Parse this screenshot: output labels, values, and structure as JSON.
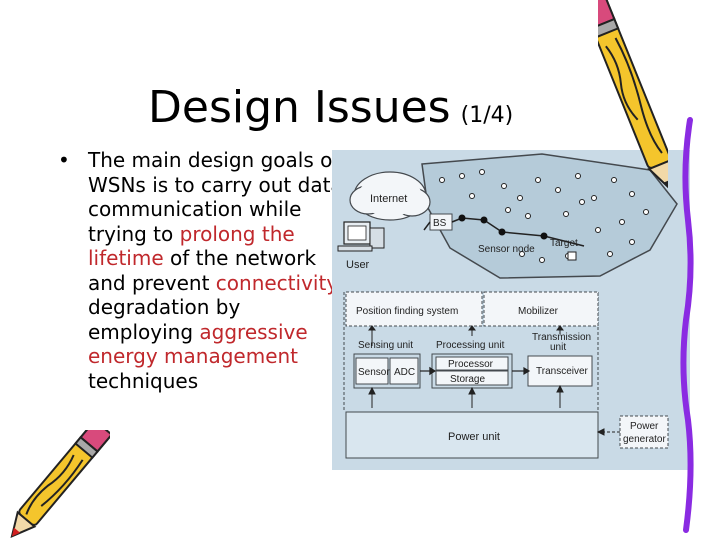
{
  "slide": {
    "title": "Design Issues",
    "title_suffix": "(1/4)",
    "bullet": {
      "parts": [
        {
          "text": "The main design goals of WSNs is to carry out data communication while trying to ",
          "highlight": false
        },
        {
          "text": "prolong the lifetime",
          "highlight": true
        },
        {
          "text": " of the network and prevent ",
          "highlight": false
        },
        {
          "text": "connectivity",
          "highlight": true
        },
        {
          "text": " degradation by employing ",
          "highlight": false
        },
        {
          "text": "aggressive energy management",
          "highlight": true
        },
        {
          "text": " techniques",
          "highlight": false
        }
      ]
    }
  },
  "diagram": {
    "labels": {
      "internet": "Internet",
      "bs": "BS",
      "user": "User",
      "sensor_node": "Sensor node",
      "target": "Target",
      "position_finding": "Position finding system",
      "mobilizer": "Mobilizer",
      "sensing_unit": "Sensing unit",
      "processing_unit": "Processing unit",
      "transmission_unit_1": "Transmission",
      "transmission_unit_2": "unit",
      "sensor": "Sensor",
      "adc": "ADC",
      "processor": "Processor",
      "storage": "Storage",
      "transceiver": "Transceiver",
      "power_unit": "Power unit",
      "power_generator_1": "Power",
      "power_generator_2": "generator"
    }
  },
  "colors": {
    "highlight": "#c0282c",
    "diagram_bg": "#c9dae6",
    "network_fill": "#b5cbd9",
    "box_fill": "#f3f6f9"
  },
  "decorations": {
    "top_right": "pencil-icon",
    "bottom_left": "pencil-icon"
  }
}
